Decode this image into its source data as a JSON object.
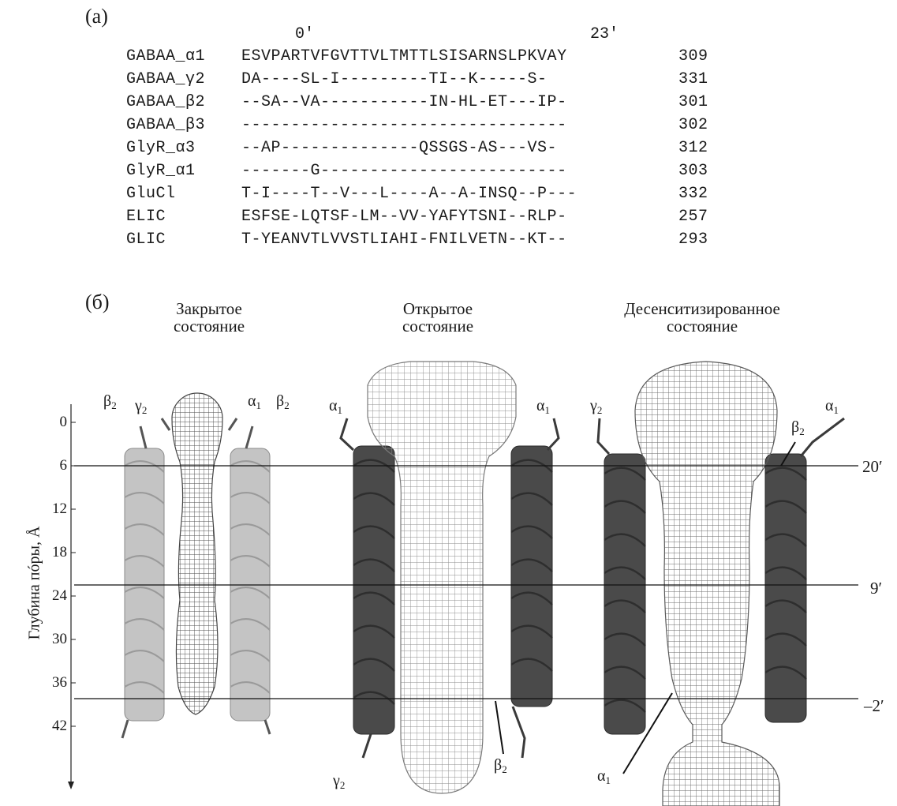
{
  "panel_a": {
    "label": "(a)",
    "positions": [
      {
        "text": "0′"
      },
      {
        "text": "23′"
      }
    ],
    "rows": [
      {
        "name": "GABAA_α1",
        "seq": "ESVPARTVFGVTTVLTMTTLSISARNSLPKVAY",
        "num": "309"
      },
      {
        "name": "GABAA_γ2",
        "seq": "DA----SL-I---------TI--K-----S-",
        "num": "331"
      },
      {
        "name": "GABAA_β2",
        "seq": "--SA--VA-----------IN-HL-ET---IP-",
        "num": "301"
      },
      {
        "name": "GABAA_β3",
        "seq": "---------------------------------",
        "num": "302"
      },
      {
        "name": "GlyR_α3",
        "seq": "--AP--------------QSSGS-AS---VS-",
        "num": "312"
      },
      {
        "name": "GlyR_α1",
        "seq": "-------G-------------------------",
        "num": "303"
      },
      {
        "name": "GluCl",
        "seq": "T-I----T--V---L----A--A-INSQ--P---",
        "num": "332"
      },
      {
        "name": "ELIC",
        "seq": "ESFSE-LQTSF-LM--VV-YAFYTSNI--RLP-",
        "num": "257"
      },
      {
        "name": "GLIC",
        "seq": "T-YEANVTLVVSTLIAHI-FNILVETN--KT--",
        "num": "293"
      }
    ]
  },
  "panel_b": {
    "label": "(б)",
    "states": [
      {
        "line1": "Закрытое",
        "line2": "состояние"
      },
      {
        "line1": "Открытое",
        "line2": "состояние"
      },
      {
        "line1": "Десенситизированное",
        "line2": "состояние"
      }
    ],
    "y_axis": {
      "label": "Глубина пóры, Å",
      "ticks": [
        "0",
        "6",
        "12",
        "18",
        "24",
        "30",
        "36",
        "42"
      ]
    },
    "levels": [
      {
        "label": "20′"
      },
      {
        "label": "9′"
      },
      {
        "label": "–2′"
      }
    ],
    "subunit_labels": {
      "closed": [
        "β",
        "γ",
        "α",
        "β"
      ],
      "closed_subs": [
        "2",
        "2",
        "1",
        "2"
      ],
      "open_top": [
        "α",
        "α"
      ],
      "open_top_subs": [
        "1",
        "1"
      ],
      "open_bottom": [
        "γ",
        "β"
      ],
      "open_bottom_subs": [
        "2",
        "2"
      ],
      "desens_top": [
        "γ",
        "β",
        "α"
      ],
      "desens_top_subs": [
        "2",
        "2",
        "1"
      ],
      "desens_bottom": [
        "α"
      ],
      "desens_bottom_subs": [
        "1"
      ]
    },
    "colors": {
      "light_helix": "#bdbdbd",
      "dark_helix": "#4a4a4a",
      "mesh_closed": "#555555",
      "mesh_open": "#8a8a8a"
    }
  }
}
